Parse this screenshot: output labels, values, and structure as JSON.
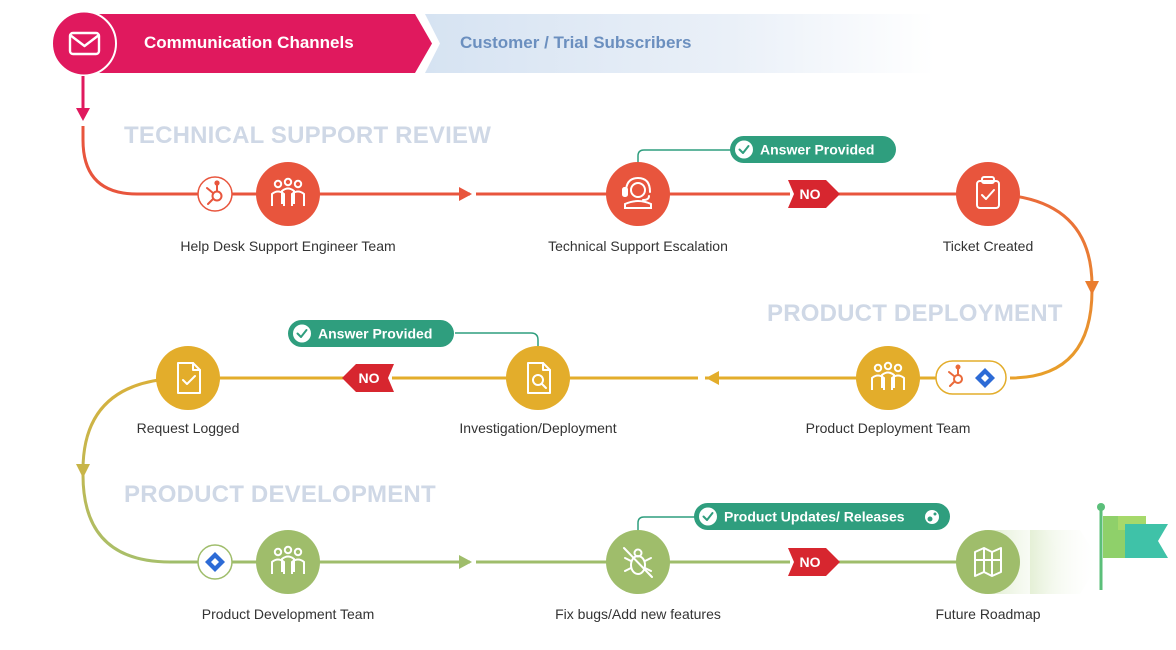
{
  "header": {
    "primary": "Communication Channels",
    "secondary": "Customer / Trial Subscribers",
    "primary_color": "#e0195e",
    "secondary_color": "#6b8fbf"
  },
  "sections": {
    "technical": "TECHNICAL SUPPORT REVIEW",
    "deployment": "PRODUCT DEPLOYMENT",
    "development": "PRODUCT DEVELOPMENT"
  },
  "nodes": {
    "help_desk": "Help Desk Support Engineer Team",
    "escalation": "Technical Support Escalation",
    "ticket": "Ticket Created",
    "deploy_team": "Product Deployment Team",
    "investigation": "Investigation/Deployment",
    "request": "Request Logged",
    "dev_team": "Product Development Team",
    "fix": "Fix bugs/Add new features",
    "roadmap": "Future Roadmap"
  },
  "badges": {
    "answer_1": "Answer Provided",
    "answer_2": "Answer Provided",
    "updates": "Product Updates/ Releases"
  },
  "decisions": {
    "no_1": "NO",
    "no_2": "NO",
    "no_3": "NO"
  },
  "colors": {
    "row1": "#e8553d",
    "row2": "#e3ad2b",
    "row3": "#9fbd6b",
    "badge": "#2f9e7e",
    "no": "#d7262f"
  },
  "icons": [
    "mail-icon",
    "hubspot-icon",
    "team-icon",
    "headset-icon",
    "clipboard-check-icon",
    "jira-icon",
    "document-search-icon",
    "document-check-icon",
    "bug-off-icon",
    "map-icon",
    "check-icon",
    "flag-icon"
  ]
}
